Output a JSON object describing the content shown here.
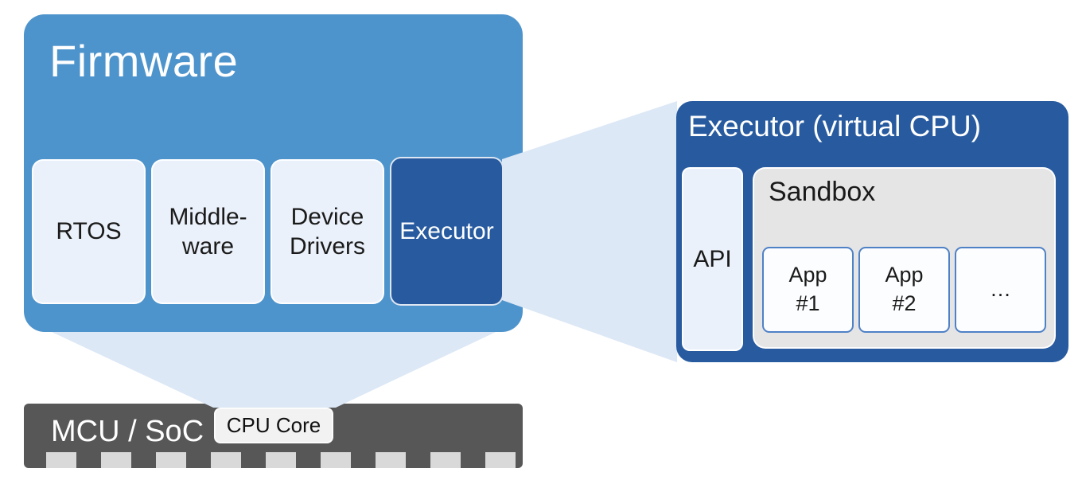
{
  "colors": {
    "firmware_blue": "#4E94CC",
    "dark_blue": "#275A9F",
    "layer_light": "#EBF1FA",
    "connector_light_blue": "#DCE8F6",
    "sandbox_gray": "#E5E5E5",
    "mcu_gray": "#575757",
    "pin_gray": "#D9D9D9",
    "cpu_core_bg": "#F2F2F2",
    "app_border_blue": "#4F81C7"
  },
  "firmware": {
    "title": "Firmware",
    "layers": [
      {
        "label": "RTOS"
      },
      {
        "label": "Middle-\nware"
      },
      {
        "label": "Device\nDrivers"
      },
      {
        "label": "Executor",
        "highlighted": true
      }
    ]
  },
  "executor_detail": {
    "title": "Executor (virtual CPU)",
    "api_label": "API",
    "sandbox": {
      "title": "Sandbox",
      "apps": [
        {
          "label": "App\n#1"
        },
        {
          "label": "App\n#2"
        },
        {
          "label": "…"
        }
      ]
    }
  },
  "hardware": {
    "label": "MCU / SoC",
    "cpu_core_label": "CPU Core",
    "pin_count": 9
  }
}
